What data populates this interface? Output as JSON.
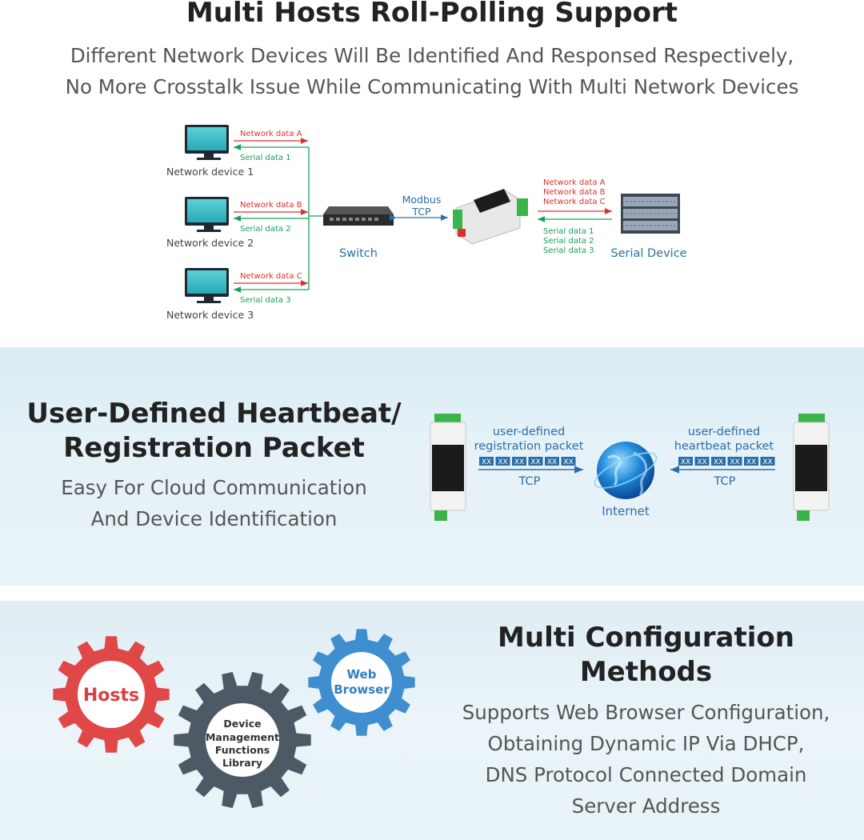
{
  "section1": {
    "title": "Multi Hosts Roll-Polling Support",
    "subtitle_line1": "Different Network Devices Will Be Identified And Responsed Respectively,",
    "subtitle_line2": "No More Crosstalk Issue While Communicating With Multi Network Devices",
    "devices": [
      "Network device 1",
      "Network device 2",
      "Network device 3"
    ],
    "network_labels": [
      "Network data A",
      "Network data B",
      "Network data C"
    ],
    "serial_labels": [
      "Serial data 1",
      "Serial data 2",
      "Serial data 3"
    ],
    "switch_label": "Switch",
    "link_label_line1": "Modbus",
    "link_label_line2": "TCP",
    "serial_device_label": "Serial Device",
    "colors": {
      "network": "#d9302e",
      "serial": "#18a058",
      "link": "#2a6ea8"
    }
  },
  "section2": {
    "title_line1": "User-Defined Heartbeat/",
    "title_line2": "Registration Packet",
    "subtitle_line1": "Easy For Cloud Communication",
    "subtitle_line2": "And Device Identification",
    "left_packet_line1": "user-defined",
    "left_packet_line2": "registration packet",
    "right_packet_line1": "user-defined",
    "right_packet_line2": "heartbeat packet",
    "byte_cell": "XX",
    "tcp_label": "TCP",
    "internet_label": "Internet"
  },
  "section3": {
    "title_line1": "Multi Configuration",
    "title_line2": "Methods",
    "lines": [
      "Supports Web Browser Configuration,",
      "Obtaining Dynamic IP Via DHCP,",
      "DNS Protocol Connected Domain",
      "Server Address"
    ],
    "gear_hosts": "Hosts",
    "gear_mid": [
      "Device",
      "Management",
      "Functions",
      "Library"
    ],
    "gear_web": [
      "Web",
      "Browser"
    ],
    "colors": {
      "hosts": "#e04848",
      "mid": "#4d5a66",
      "web": "#3f8fd0"
    }
  }
}
